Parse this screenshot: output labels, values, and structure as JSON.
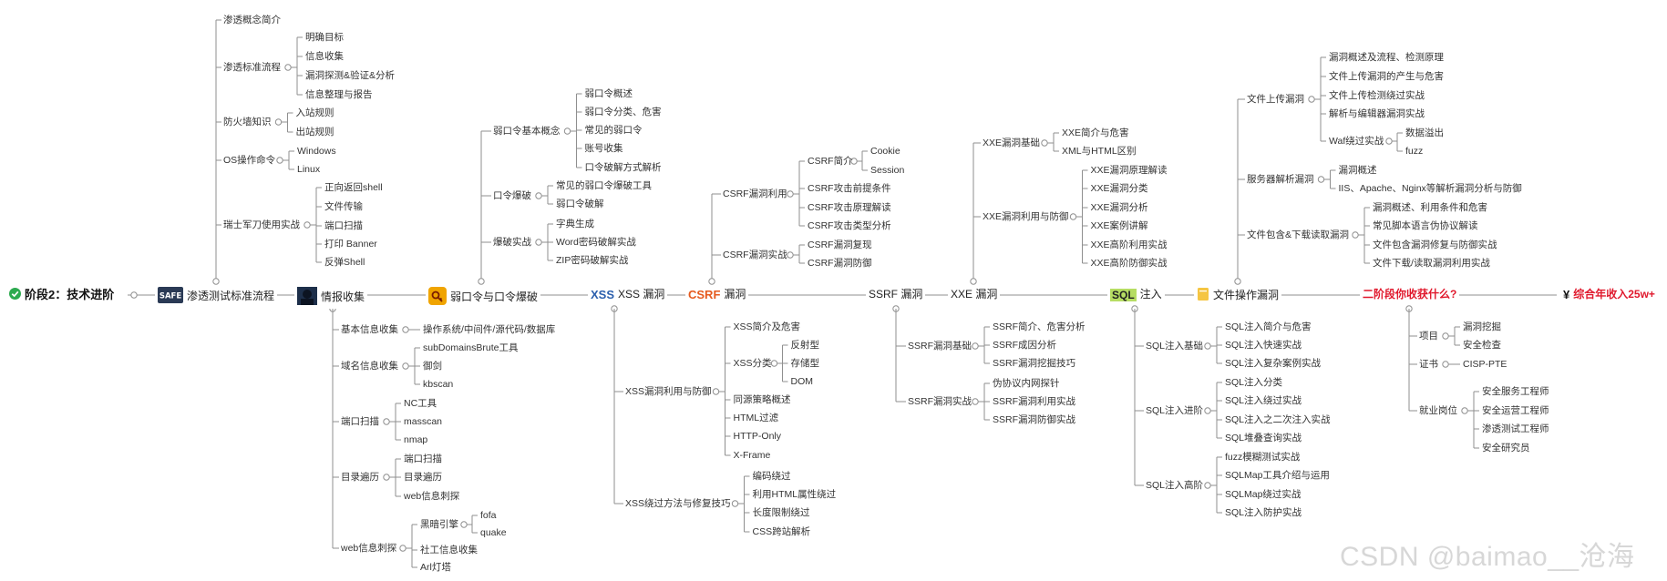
{
  "diagram": {
    "type": "mind-map",
    "root": "阶段2：技术进阶",
    "branches": [
      {
        "label": "渗透测试标准流程",
        "icon": "safe-badge-icon",
        "children": [
          {
            "label": "渗透概念简介"
          },
          {
            "label": "渗透标准流程",
            "children": [
              {
                "label": "明确目标"
              },
              {
                "label": "信息收集"
              },
              {
                "label": "漏洞探测&验证&分析"
              },
              {
                "label": "信息整理与报告"
              }
            ]
          },
          {
            "label": "防火墙知识",
            "children": [
              {
                "label": "入站规则"
              },
              {
                "label": "出站规则"
              }
            ]
          },
          {
            "label": "OS操作命令",
            "children": [
              {
                "label": "Windows"
              },
              {
                "label": "Linux"
              }
            ]
          },
          {
            "label": "瑞士军刀使用实战",
            "children": [
              {
                "label": "正向返回shell"
              },
              {
                "label": "文件传输"
              },
              {
                "label": "端口扫描"
              },
              {
                "label": "打印 Banner"
              },
              {
                "label": "反弹Shell"
              }
            ]
          }
        ]
      },
      {
        "label": "情报收集",
        "icon": "hacker-icon",
        "children": [
          {
            "label": "基本信息收集",
            "children": [
              {
                "label": "操作系统/中间件/源代码/数据库"
              }
            ]
          },
          {
            "label": "域名信息收集",
            "children": [
              {
                "label": "subDomainsBrute工具"
              },
              {
                "label": "御剑"
              },
              {
                "label": "kbscan"
              }
            ]
          },
          {
            "label": "端口扫描",
            "children": [
              {
                "label": "NC工具"
              },
              {
                "label": "masscan"
              },
              {
                "label": "nmap"
              }
            ]
          },
          {
            "label": "目录遍历",
            "children": [
              {
                "label": "端口扫描"
              },
              {
                "label": "目录遍历"
              },
              {
                "label": "web信息刺探"
              }
            ]
          },
          {
            "label": "web信息刺探",
            "children": [
              {
                "label": "黑暗引擎",
                "children": [
                  {
                    "label": "fofa"
                  },
                  {
                    "label": "quake"
                  }
                ]
              },
              {
                "label": "社工信息收集"
              },
              {
                "label": "Arl灯塔"
              }
            ]
          }
        ]
      },
      {
        "label": "弱口令与口令爆破",
        "icon": "key-icon",
        "children": [
          {
            "label": "弱口令基本概念",
            "children": [
              {
                "label": "弱口令概述"
              },
              {
                "label": "弱口令分类、危害"
              },
              {
                "label": "常见的弱口令"
              },
              {
                "label": "账号收集"
              },
              {
                "label": "口令破解方式解析"
              }
            ]
          },
          {
            "label": "口令爆破",
            "children": [
              {
                "label": "常见的弱口令爆破工具"
              },
              {
                "label": "弱口令破解"
              }
            ]
          },
          {
            "label": "爆破实战",
            "children": [
              {
                "label": "字典生成"
              },
              {
                "label": "Word密码破解实战"
              },
              {
                "label": "ZIP密码破解实战"
              }
            ]
          }
        ]
      },
      {
        "label": "XSS 漏洞",
        "icon": "xss-logo",
        "children": [
          {
            "label": "XSS漏洞利用与防御",
            "children": [
              {
                "label": "XSS简介及危害"
              },
              {
                "label": "XSS分类",
                "children": [
                  {
                    "label": "反射型"
                  },
                  {
                    "label": "存储型"
                  },
                  {
                    "label": "DOM"
                  }
                ]
              },
              {
                "label": "同源策略概述"
              },
              {
                "label": "HTML过滤"
              },
              {
                "label": "HTTP-Only"
              },
              {
                "label": "X-Frame"
              }
            ]
          },
          {
            "label": "XSS绕过方法与修复技巧",
            "children": [
              {
                "label": "编码绕过"
              },
              {
                "label": "利用HTML属性绕过"
              },
              {
                "label": "长度限制绕过"
              },
              {
                "label": "CSS跨站解析"
              }
            ]
          }
        ]
      },
      {
        "label": "漏洞",
        "icon": "csrf-logo",
        "logo_text": "CSRF",
        "children": [
          {
            "label": "CSRF漏洞利用",
            "children": [
              {
                "label": "CSRF简介",
                "children": [
                  {
                    "label": "Cookie"
                  },
                  {
                    "label": "Session"
                  }
                ]
              },
              {
                "label": "CSRF攻击前提条件"
              },
              {
                "label": "CSRF攻击原理解读"
              },
              {
                "label": "CSRF攻击类型分析"
              }
            ]
          },
          {
            "label": "CSRF漏洞实战",
            "children": [
              {
                "label": "CSRF漏洞复现"
              },
              {
                "label": "CSRF漏洞防御"
              }
            ]
          }
        ]
      },
      {
        "label": "SSRF 漏洞",
        "children": [
          {
            "label": "SSRF漏洞基础",
            "children": [
              {
                "label": "SSRF简介、危害分析"
              },
              {
                "label": "SSRF成因分析"
              },
              {
                "label": "SSRF漏洞挖掘技巧"
              }
            ]
          },
          {
            "label": "SSRF漏洞实战",
            "children": [
              {
                "label": "伪协议内网探针"
              },
              {
                "label": "SSRF漏洞利用实战"
              },
              {
                "label": "SSRF漏洞防御实战"
              }
            ]
          }
        ]
      },
      {
        "label": "XXE 漏洞",
        "children": [
          {
            "label": "XXE漏洞基础",
            "children": [
              {
                "label": "XXE简介与危害"
              },
              {
                "label": "XML与HTML区别"
              }
            ]
          },
          {
            "label": "XXE漏洞利用与防御",
            "children": [
              {
                "label": "XXE漏洞原理解读"
              },
              {
                "label": "XXE漏洞分类"
              },
              {
                "label": "XXE漏洞分析"
              },
              {
                "label": "XXE案例讲解"
              },
              {
                "label": "XXE高阶利用实战"
              },
              {
                "label": "XXE高阶防御实战"
              }
            ]
          }
        ]
      },
      {
        "label": "注入",
        "icon": "sql-logo",
        "logo_text": "SQL",
        "children": [
          {
            "label": "SQL注入基础",
            "children": [
              {
                "label": "SQL注入简介与危害"
              },
              {
                "label": "SQL注入快速实战"
              },
              {
                "label": "SQL注入复杂案例实战"
              }
            ]
          },
          {
            "label": "SQL注入进阶",
            "children": [
              {
                "label": "SQL注入分类"
              },
              {
                "label": "SQL注入绕过实战"
              },
              {
                "label": "SQL注入之二次注入实战"
              },
              {
                "label": "SQL堆叠查询实战"
              }
            ]
          },
          {
            "label": "SQL注入高阶",
            "children": [
              {
                "label": "fuzz模糊测试实战"
              },
              {
                "label": "SQLMap工具介绍与运用"
              },
              {
                "label": "SQLMap绕过实战"
              },
              {
                "label": "SQL注入防护实战"
              }
            ]
          }
        ]
      },
      {
        "label": "文件操作漏洞",
        "icon": "folder-icon",
        "children": [
          {
            "label": "文件上传漏洞",
            "children": [
              {
                "label": "漏洞概述及流程、检测原理"
              },
              {
                "label": "文件上传漏洞的产生与危害"
              },
              {
                "label": "文件上传检测绕过实战"
              },
              {
                "label": "解析与编辑器漏洞实战"
              },
              {
                "label": "Waf绕过实战",
                "children": [
                  {
                    "label": "数据溢出"
                  },
                  {
                    "label": "fuzz"
                  }
                ]
              }
            ]
          },
          {
            "label": "服务器解析漏洞",
            "children": [
              {
                "label": "漏洞概述"
              },
              {
                "label": "IIS、Apache、Nginx等解析漏洞分析与防御"
              }
            ]
          },
          {
            "label": "文件包含&下载读取漏洞",
            "children": [
              {
                "label": "漏洞概述、利用条件和危害"
              },
              {
                "label": "常见脚本语言伪协议解读"
              },
              {
                "label": "文件包含漏洞修复与防御实战"
              },
              {
                "label": "文件下载/读取漏洞利用实战"
              }
            ]
          }
        ]
      },
      {
        "label": "二阶段你收获什么?",
        "children": [
          {
            "label": "项目",
            "children": [
              {
                "label": "漏洞挖掘"
              },
              {
                "label": "安全检查"
              }
            ]
          },
          {
            "label": "证书",
            "children": [
              {
                "label": "CISP-PTE"
              }
            ]
          },
          {
            "label": "就业岗位",
            "children": [
              {
                "label": "安全服务工程师"
              },
              {
                "label": "安全运营工程师"
              },
              {
                "label": "渗透测试工程师"
              },
              {
                "label": "安全研究员"
              }
            ]
          }
        ]
      },
      {
        "label": "综合年收入25w+",
        "icon": "yen-icon"
      }
    ]
  },
  "logos": {
    "safe": "SAFE",
    "xss": "XSS",
    "yen": "¥"
  },
  "watermark": "CSDN @baimao__沧海",
  "colors": {
    "link": "#8f8f8f",
    "highlight": "#e0192d",
    "root_check": "#2daa4f",
    "xss": "#2b5fad",
    "csrf": "#e55a1e",
    "sql_bg": "#b6dd63",
    "folder": "#f5c542",
    "key_bg": "#f0a400"
  }
}
